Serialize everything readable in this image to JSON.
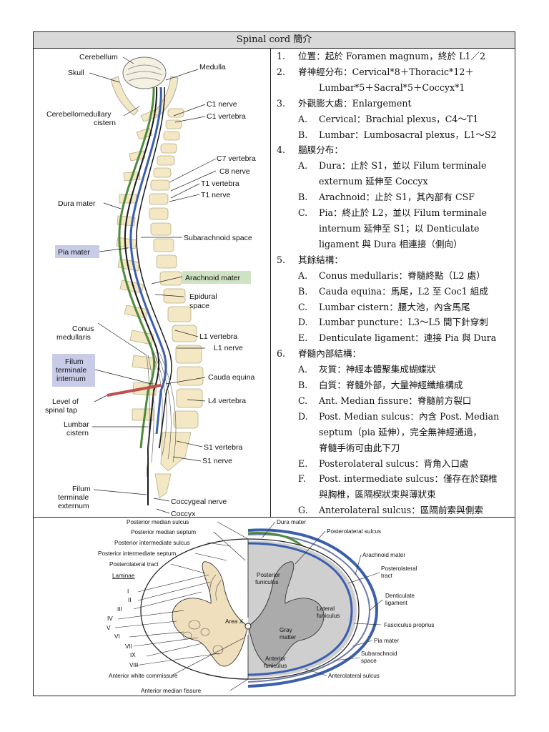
{
  "title": "Spinal cord 簡介",
  "notes": [
    {
      "n": "1.",
      "text": "位置：起於 Foramen magnum，終於 L1／2"
    },
    {
      "n": "2.",
      "text": "脊神經分布：Cervical*8＋Thoracic*12＋",
      "cont": [
        "Lumbar*5＋Sacral*5＋Coccyx*1"
      ]
    },
    {
      "n": "3.",
      "text": "外觀膨大處：Enlargement"
    },
    {
      "s": "A.",
      "text": "Cervical：Brachial plexus，C4～T1"
    },
    {
      "s": "B.",
      "text": "Lumbar：Lumbosacral plexus，L1～S2"
    },
    {
      "n": "4.",
      "text": "腦膜分布："
    },
    {
      "s": "A.",
      "text": "Dura：止於 S1，並以 Filum terminale",
      "cont": [
        "externum 延伸至 Coccyx"
      ]
    },
    {
      "s": "B.",
      "text": "Arachnoid：止於 S1，其內部有 CSF"
    },
    {
      "s": "C.",
      "text": "Pia：終止於 L2，並以 Filum terminale",
      "cont": [
        "internum 延伸至 S1；以 Denticulate",
        "ligament 與 Dura 相連接（側向）"
      ]
    },
    {
      "n": "5.",
      "text": "其餘結構："
    },
    {
      "s": "A.",
      "text": "Conus medullaris：脊髓終點（L2 處）"
    },
    {
      "s": "B.",
      "text": "Cauda equina：馬尾，L2 至 Coc1 組成"
    },
    {
      "s": "C.",
      "text": "Lumbar cistern：腰大池，內含馬尾"
    },
    {
      "s": "D.",
      "text": "Lumbar puncture：L3～L5 間下針穿刺"
    },
    {
      "s": "E.",
      "text": "Denticulate ligament：連接 Pia 與 Dura"
    },
    {
      "n": "6.",
      "text": "脊髓內部結構："
    },
    {
      "s": "A.",
      "text": "灰質：神經本體聚集成蝴蝶狀"
    },
    {
      "s": "B.",
      "text": "白質：脊髓外部，大量神經纖維構成"
    },
    {
      "s": "C.",
      "text": "Ant. Median fissure：脊髓前方裂口"
    },
    {
      "s": "D.",
      "text": "Post. Median sulcus：內含 Post. Median",
      "cont": [
        "septum（pia 延伸），完全無神經通過，",
        "脊髓手術可由此下刀"
      ]
    },
    {
      "s": "E.",
      "text": "Posterolateral sulcus：背角入口處"
    },
    {
      "s": "F.",
      "text": "Post. intermediate sulcus：僅存在於頸椎",
      "cont": [
        "與胸椎，區隔楔狀束與薄狀束"
      ]
    },
    {
      "s": "G.",
      "text": "Anterolateral sulcus：區隔前索與側索"
    }
  ],
  "fig1": {
    "cerebellum": "Cerebellum",
    "medulla": "Medulla",
    "skull": "Skull",
    "cm_cistern_1": "Cerebellomedullary",
    "cm_cistern_2": "cistern",
    "c1_nerve": "C1 nerve",
    "c1_vert": "C1 vertebra",
    "c7_vert": "C7 vertebra",
    "c8_nerve": "C8 nerve",
    "t1_vert": "T1 vertebra",
    "t1_nerve": "T1 nerve",
    "dura": "Dura mater",
    "pia": "Pia mater",
    "subarachnoid": "Subarachnoid space",
    "arachnoid": "Arachnoid mater",
    "epidural_1": "Epidural",
    "epidural_2": "space",
    "conus_1": "Conus",
    "conus_2": "medullaris",
    "l1_vert": "L1 vertebra",
    "l1_nerve": "L1 nerve",
    "filum_int_1": "Filum",
    "filum_int_2": "terminale",
    "filum_int_3": "internum",
    "cauda": "Cauda equina",
    "tap_1": "Level of",
    "tap_2": "spinal tap",
    "l4_vert": "L4 vertebra",
    "lumbar_cist_1": "Lumbar",
    "lumbar_cist_2": "cistern",
    "s1_vert": "S1 vertebra",
    "s1_nerve": "S1 nerve",
    "filum_ext_1": "Filum",
    "filum_ext_2": "terminale",
    "filum_ext_3": "externum",
    "coccygeal": "Coccygeal nerve",
    "coccyx": "Coccyx"
  },
  "fig2": {
    "left": [
      "Posterior median sulcus",
      "Posterior median septum",
      "Posterior intermediate sulcus",
      "Posterior intermediate septum",
      "Posterolateral tract",
      "Laminae",
      "I",
      "II",
      "III",
      "IV",
      "V",
      "VI",
      "VII",
      "IX",
      "VIII",
      "Anterior white commissure",
      "Anterior median fissure"
    ],
    "right": [
      "Dura mater",
      "Posterolateral sulcus",
      "Arachnoid mater",
      "Posterolateral",
      "tract",
      "Denticulate",
      "ligament",
      "Fasciculus proprius",
      "Pia mater",
      "Subarachnoid",
      "space",
      "Anterolateral sulcus"
    ],
    "inner": [
      "Posterior",
      "funiculus",
      "Lateral",
      "funiculus",
      "Gray",
      "matter",
      "Area X",
      "Anterior",
      "funiculus"
    ]
  },
  "colors": {
    "title_bg": "#d9d9d9",
    "bone": "#f3e8c3",
    "pia_box": "#c8cce8",
    "arachnoid_box": "#cfe2c3",
    "filum_box": "#c8cce8",
    "cord_blue": "#3b5fae",
    "cord_green": "#4f8a3a",
    "gray_matter": "#f0dfbd",
    "white_matter": "#cfcfcf"
  }
}
